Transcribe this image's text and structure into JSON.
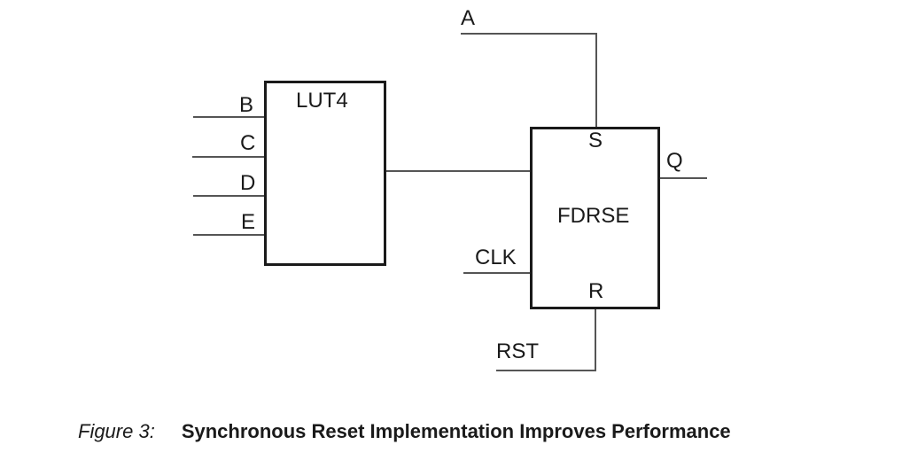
{
  "diagram": {
    "lut": {
      "label": "LUT4",
      "inputs": [
        "B",
        "C",
        "D",
        "E"
      ]
    },
    "flipflop": {
      "label": "FDRSE",
      "set_pin": "S",
      "reset_pin": "R"
    },
    "nets": {
      "set_input": "A",
      "output": "Q",
      "clock": "CLK",
      "reset": "RST"
    }
  },
  "caption": {
    "figure_label": "Figure 3:",
    "title": "Synchronous Reset Implementation Improves Performance"
  },
  "colors": {
    "wire": "#555555",
    "outline": "#1a1a1a",
    "text": "#1a1a1a",
    "background": "#ffffff"
  }
}
